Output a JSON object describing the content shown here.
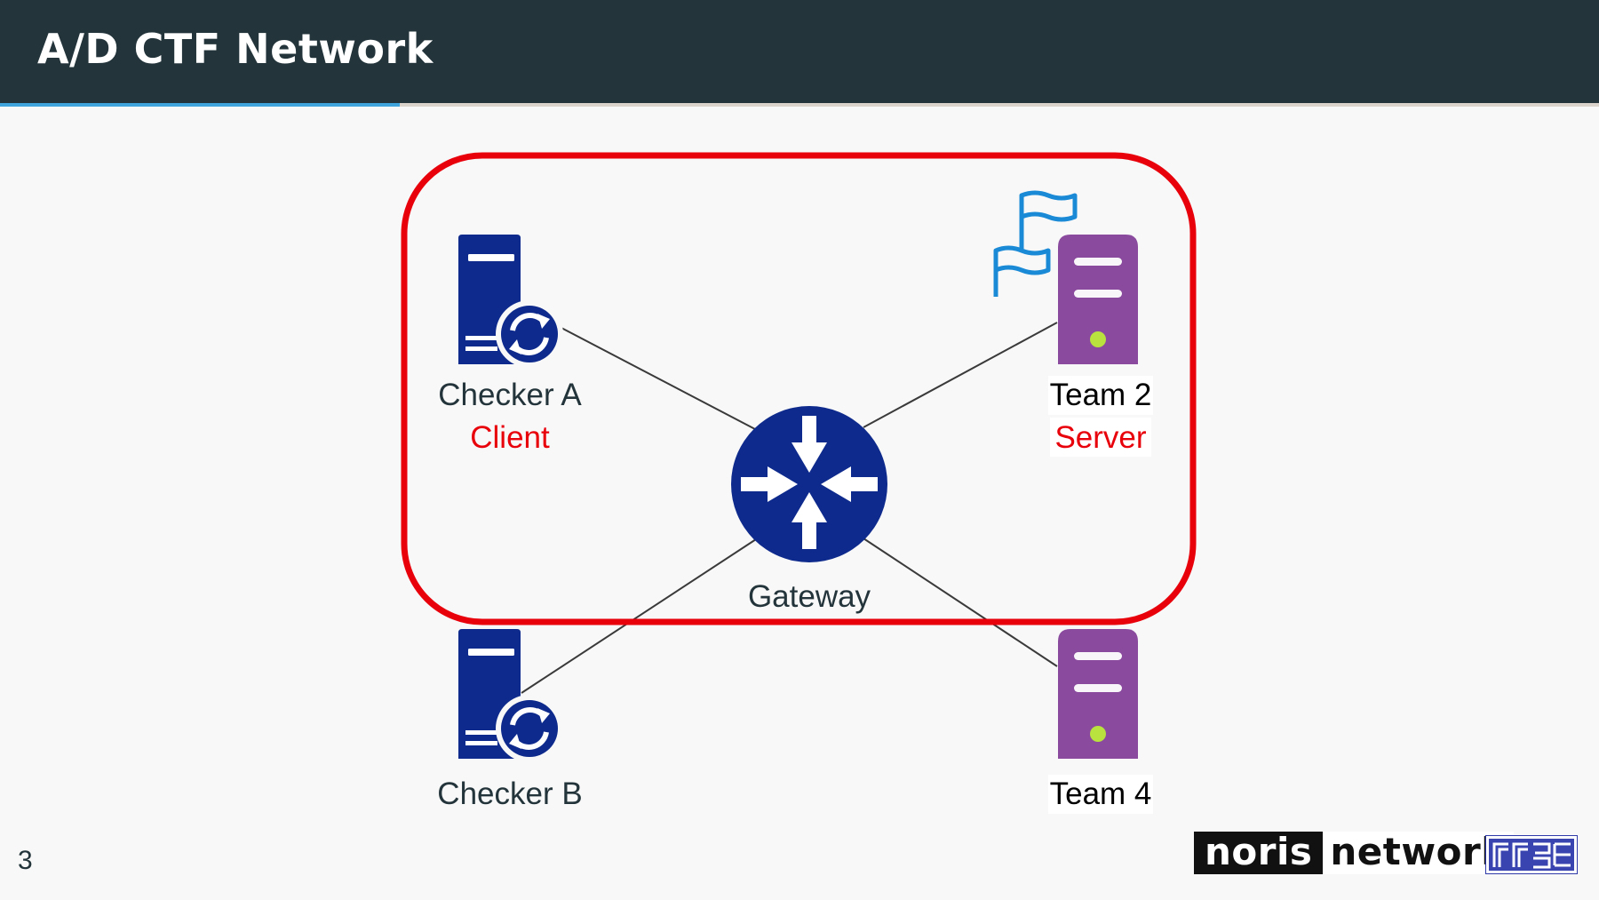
{
  "header": {
    "title": "A/D CTF Network"
  },
  "diagram": {
    "nodes": {
      "checker_a": {
        "name": "Checker A",
        "role": "Client"
      },
      "team_2": {
        "name": "Team 2",
        "role": "Server"
      },
      "gateway": {
        "name": "Gateway"
      },
      "checker_b": {
        "name": "Checker B"
      },
      "team_4": {
        "name": "Team 4"
      }
    },
    "colors": {
      "checker": "#0d2a8c",
      "team_server": "#8a4a9e",
      "gateway": "#0d2a8c",
      "highlight": "#e8000b",
      "flag": "#1a8ad6",
      "link": "#3a3a3a"
    }
  },
  "footer": {
    "page_number": "3",
    "logo_left": "noris",
    "logo_right": "network"
  }
}
